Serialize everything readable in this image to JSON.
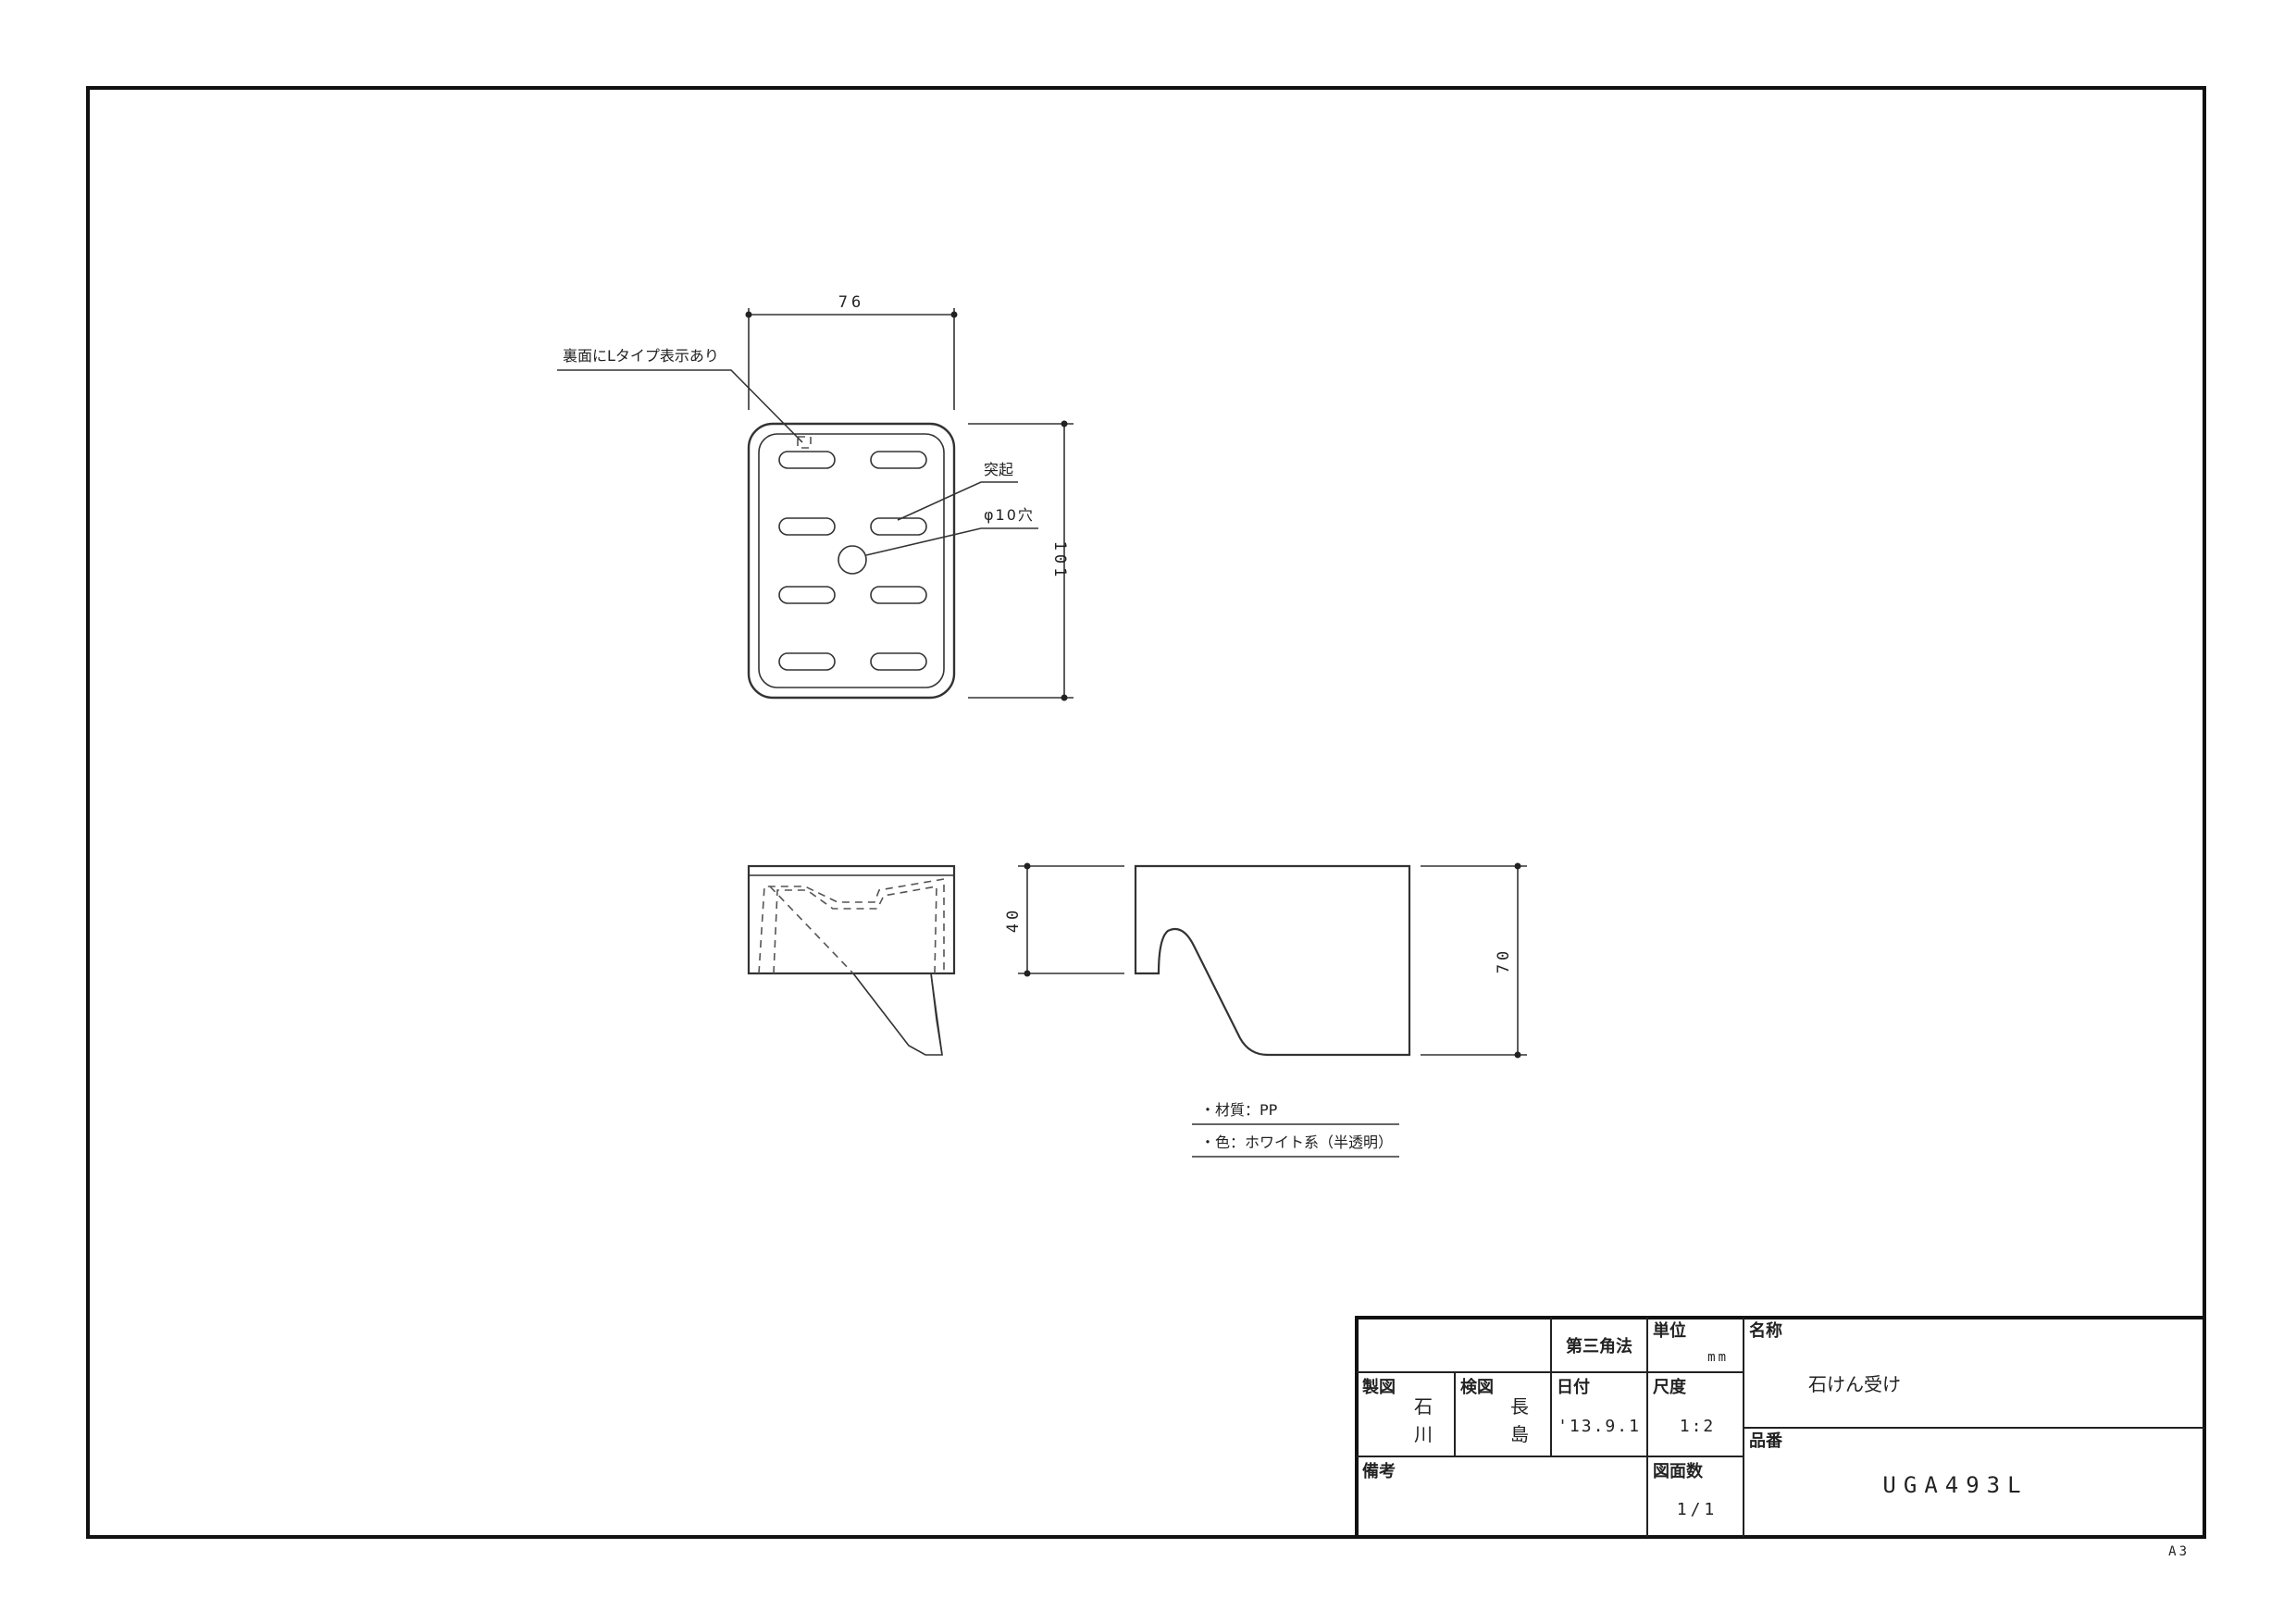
{
  "sheet": {
    "size_label": "A3"
  },
  "dimensions": {
    "width": "76",
    "depth": "101",
    "height_body": "40",
    "height_total": "70"
  },
  "notes": {
    "back_marking": "裏面にLタイプ表示あり",
    "protrusion": "突起",
    "hole": "φ10穴",
    "material": "・材質：PP",
    "color": "・色：ホワイト系（半透明）"
  },
  "title_block": {
    "projection": "第三角法",
    "unit_label": "単位",
    "unit_value": "mm",
    "drawn_label": "製図",
    "drawn_by_1": "石",
    "drawn_by_2": "川",
    "checked_label": "検図",
    "checked_by_1": "長",
    "checked_by_2": "島",
    "date_label": "日付",
    "date_value": "'13.9.1",
    "scale_label": "尺度",
    "scale_value": "1:2",
    "remarks_label": "備考",
    "sheets_label": "図面数",
    "sheets_value": "1/1",
    "name_label": "名称",
    "name_value": "石けん受け",
    "part_no_label": "品番",
    "part_no_value": "UGA493L"
  }
}
